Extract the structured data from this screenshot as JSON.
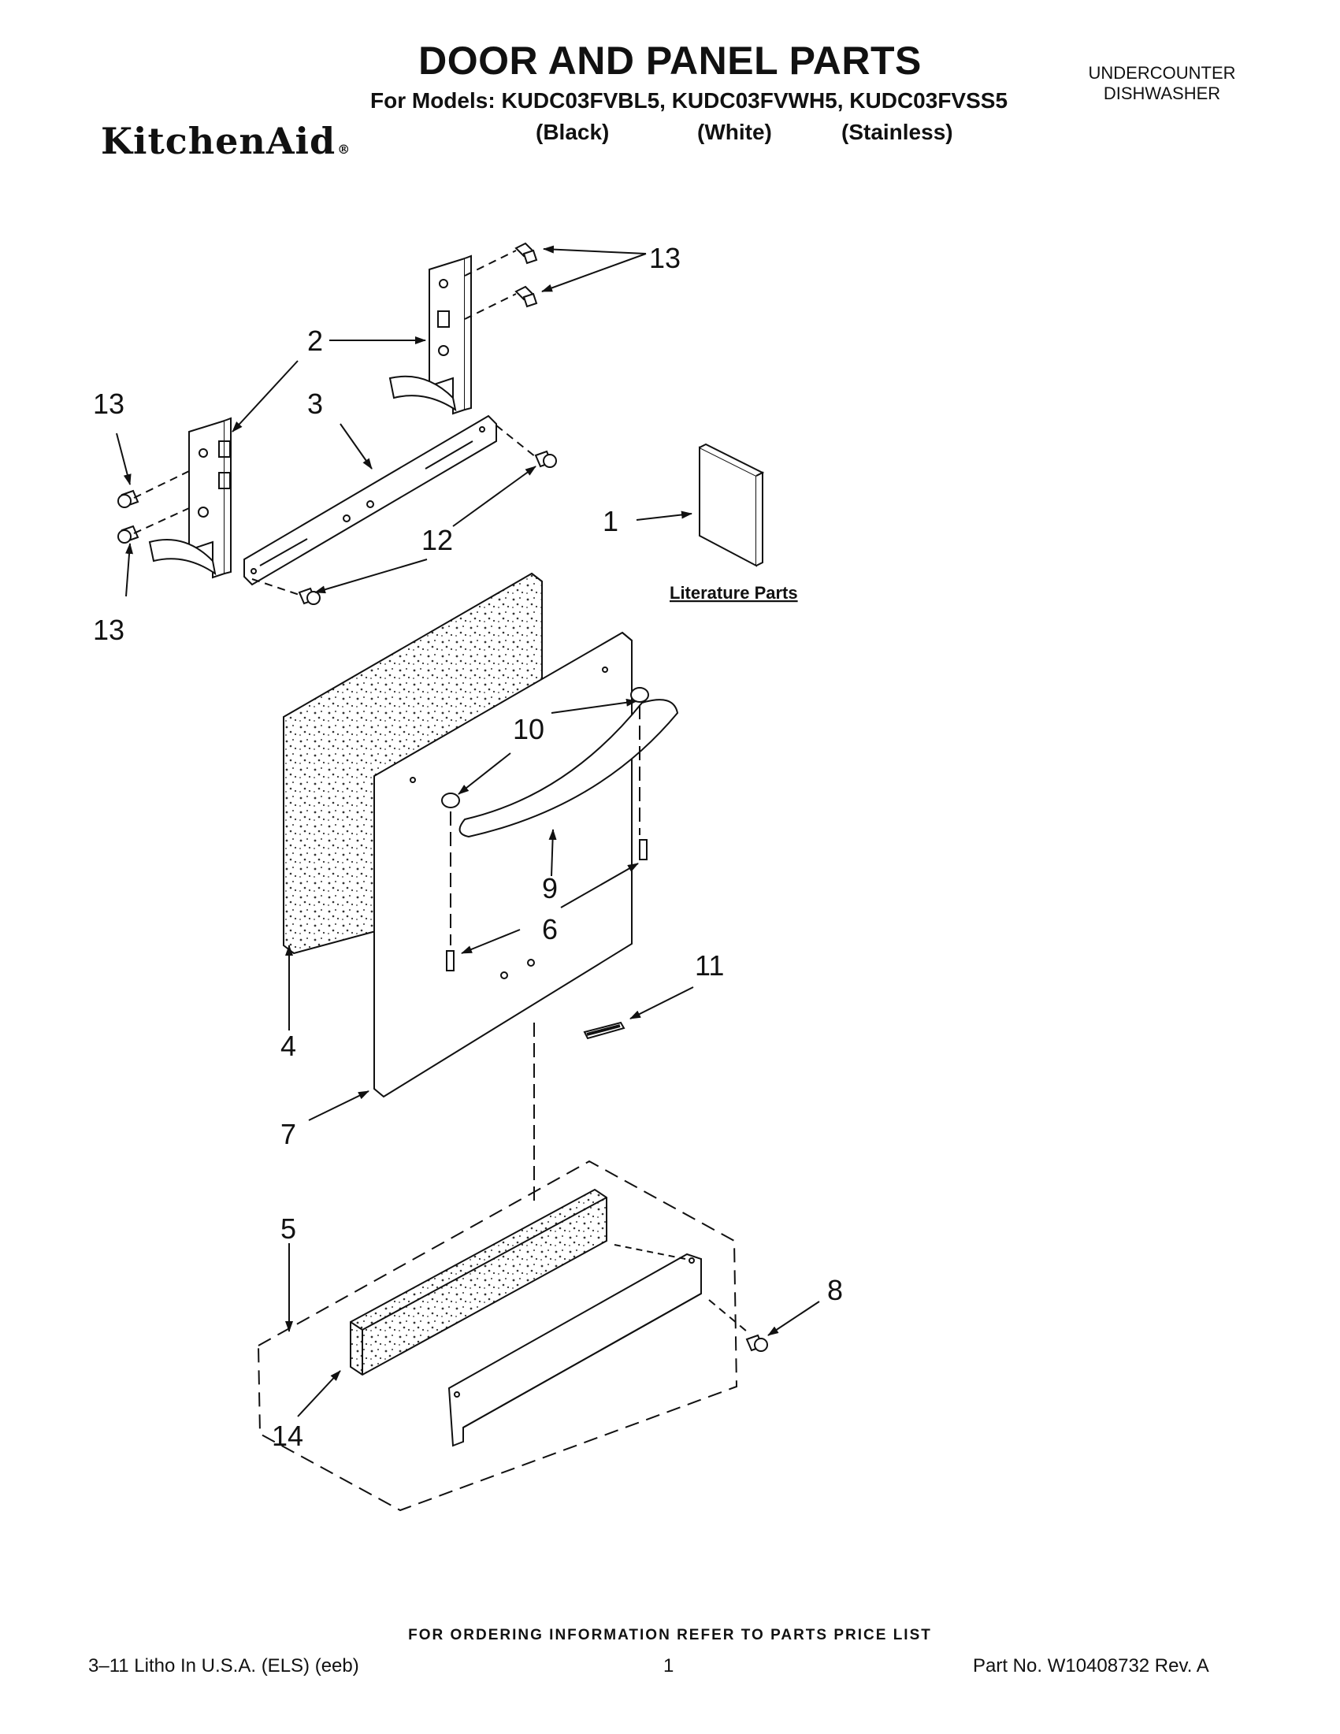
{
  "header": {
    "title": "DOOR AND PANEL PARTS",
    "models_line": "For Models: KUDC03FVBL5, KUDC03FVWH5, KUDC03FVSS5",
    "variants": [
      "(Black)",
      "(White)",
      "(Stainless)"
    ],
    "brand": "KitchenAid",
    "brand_mark": "®",
    "appliance_line1": "UNDERCOUNTER",
    "appliance_line2": "DISHWASHER"
  },
  "diagram": {
    "literature_label": "Literature Parts",
    "callouts": {
      "c1": "1",
      "c2": "2",
      "c3": "3",
      "c4": "4",
      "c5": "5",
      "c6": "6",
      "c7": "7",
      "c8": "8",
      "c9": "9",
      "c10": "10",
      "c11": "11",
      "c12": "12",
      "c13a": "13",
      "c13b": "13",
      "c13c": "13",
      "c14": "14"
    }
  },
  "footer": {
    "ordering_note": "FOR ORDERING INFORMATION REFER TO PARTS PRICE LIST",
    "litho": "3–11 Litho In U.S.A. (ELS) (eeb)",
    "page": "1",
    "part_no": "Part No. W10408732 Rev. A"
  },
  "colors": {
    "ink": "#111111",
    "paper": "#ffffff",
    "foam": "#d8d8d8"
  }
}
